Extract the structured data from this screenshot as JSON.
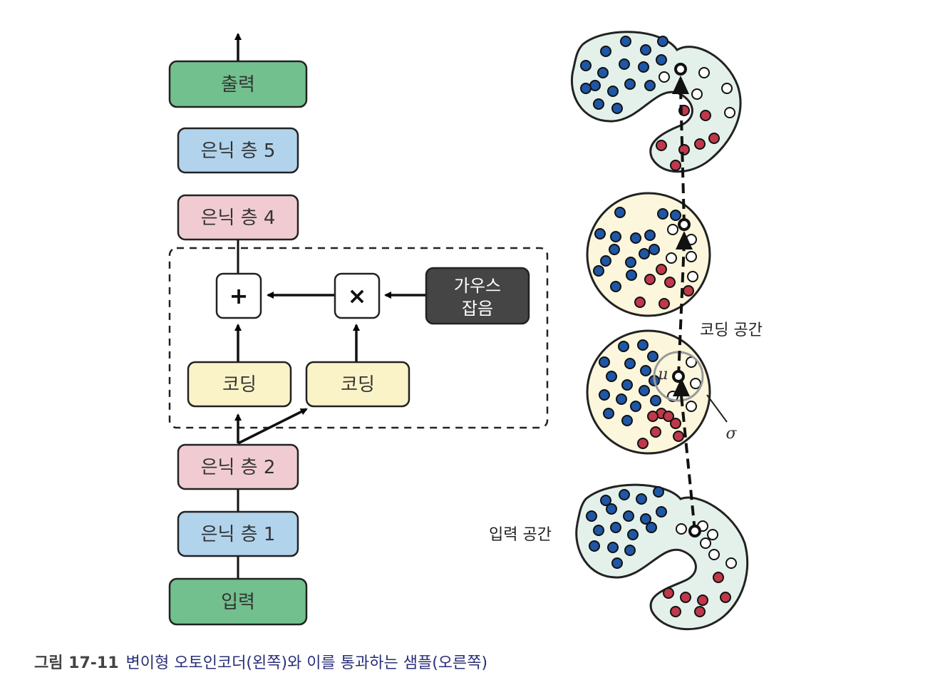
{
  "network": {
    "output": "출력",
    "hidden5": "은닉 층 5",
    "hidden4": "은닉 층 4",
    "coding_left": "코딩",
    "coding_right": "코딩",
    "gaussian_line1": "가우스",
    "gaussian_line2": "잡음",
    "hidden2": "은닉 층 2",
    "hidden1": "은닉 층 1",
    "input": "입력",
    "plus_symbol": "+",
    "times_symbol": "×"
  },
  "spaces": {
    "coding_space": "코딩 공간",
    "input_space": "입력 공간",
    "mu": "μ",
    "sigma": "σ"
  },
  "caption": {
    "number": "그림 17-11",
    "text": "변이형 오토인코더(왼쪽)와 이를 통과하는 샘플(오른쪽)"
  },
  "colors": {
    "green_box": "#72c08e",
    "blue_box": "#b2d3ec",
    "pink_box": "#f0ccd2",
    "yellow_box": "#fbf3c8",
    "dark_box": "#454545",
    "blob_fill": "#e3f1ea",
    "circle_fill": "#fbf6dc",
    "blue_dot": "#1f56a6",
    "red_dot": "#c0384a",
    "caption_text": "#2a2f78"
  }
}
